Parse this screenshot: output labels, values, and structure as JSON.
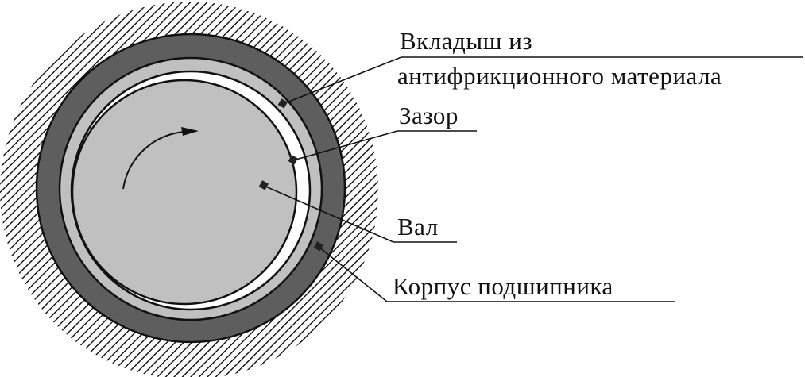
{
  "diagram": {
    "labels": {
      "liner_line1": "Вкладыш из",
      "liner_line2": "антифрикционного материала",
      "gap": "Зазор",
      "shaft": "Вал",
      "housing": "Корпус подшипника"
    },
    "colors": {
      "housing": "#5e5e5e",
      "liner": "#c0c0c0",
      "shaft": "#c0c0c0",
      "gap": "#ffffff",
      "lines": "#111111"
    }
  }
}
